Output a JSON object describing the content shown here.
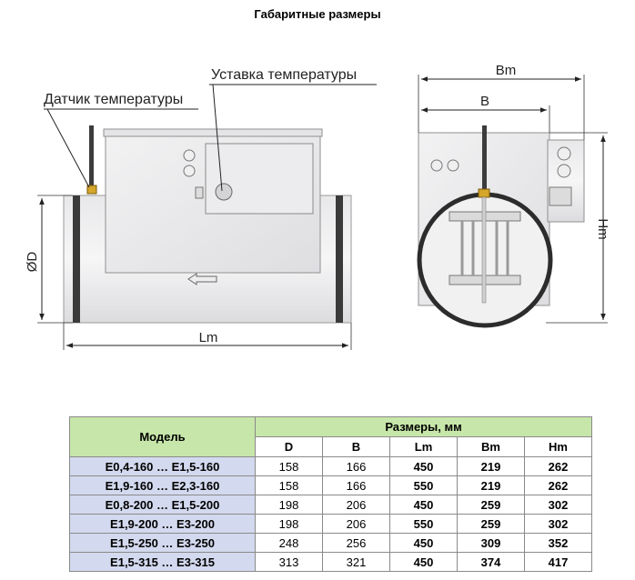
{
  "title": "Габаритные размеры",
  "drawing": {
    "callout_sensor": "Датчик температуры",
    "callout_setpoint": "Уставка температуры",
    "dim_d": "ØD",
    "dim_lm": "Lm",
    "dim_bm": "Bm",
    "dim_b": "B",
    "dim_hm": "Hm"
  },
  "table": {
    "header_model": "Модель",
    "header_dims": "Размеры, мм",
    "columns": [
      "D",
      "B",
      "Lm",
      "Bm",
      "Hm"
    ],
    "rows": [
      {
        "model": "E0,4-160 …  E1,5-160",
        "D": "158",
        "B": "166",
        "Lm": "450",
        "Bm": "219",
        "Hm": "262"
      },
      {
        "model": "E1,9-160 …  E2,3-160",
        "D": "158",
        "B": "166",
        "Lm": "550",
        "Bm": "219",
        "Hm": "262"
      },
      {
        "model": "E0,8-200 … E1,5-200",
        "D": "198",
        "B": "206",
        "Lm": "450",
        "Bm": "259",
        "Hm": "302"
      },
      {
        "model": "E1,9-200 … E3-200",
        "D": "198",
        "B": "206",
        "Lm": "550",
        "Bm": "259",
        "Hm": "302"
      },
      {
        "model": "E1,5-250 … E3-250",
        "D": "248",
        "B": "256",
        "Lm": "450",
        "Bm": "309",
        "Hm": "352"
      },
      {
        "model": "E1,5-315 … E3-315",
        "D": "313",
        "B": "321",
        "Lm": "450",
        "Bm": "374",
        "Hm": "417"
      }
    ]
  }
}
